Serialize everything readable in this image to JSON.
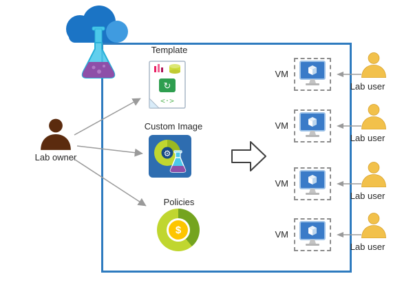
{
  "diagram": {
    "lab_owner_label": "Lab owner",
    "template_label": "Template",
    "custom_image_label": "Custom Image",
    "policies_label": "Policies",
    "policies_symbol": "$",
    "vm_rows": [
      {
        "vm_label": "VM",
        "user_label": "Lab user"
      },
      {
        "vm_label": "VM",
        "user_label": "Lab user"
      },
      {
        "vm_label": "VM",
        "user_label": "Lab user"
      },
      {
        "vm_label": "VM",
        "user_label": "Lab user"
      }
    ]
  },
  "colors": {
    "box-border": "#2e7bbf",
    "cloud-blue": "#1b74c5",
    "cloud-light": "#3f9be0",
    "flask-cyan": "#4cc8ea",
    "flask-outline": "#26b0d8",
    "flask-purple": "#8e4fa8",
    "owner-brown": "#5b2b0e",
    "user-yellow": "#f2c14b",
    "user-outline": "#d9a32e",
    "monitor-blue": "#3a7bc8",
    "monitor-border": "#9fc3e8",
    "ci-blue": "#2e6db0",
    "donut-lime": "#c0d62f",
    "donut-green": "#74a41f",
    "dollar-yellow": "#fdc500",
    "arrow-gray": "#9a9a9a",
    "dashed-gray": "#8c8c8c",
    "label-color": "#262626"
  }
}
